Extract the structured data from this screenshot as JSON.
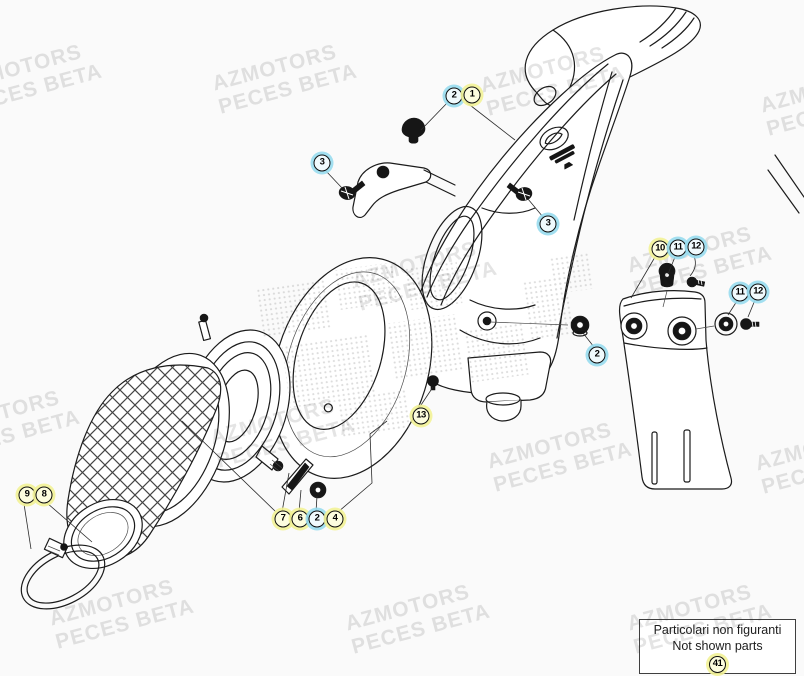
{
  "watermark": {
    "line1": "AZMOTORS",
    "line2": "PECES BETA"
  },
  "info_box": {
    "line1": "Particolari non figuranti",
    "line2": "Not shown parts",
    "badge": "41"
  },
  "colors": {
    "background": "#fafafa",
    "line_art": "#1b1b1b",
    "callout_highlight_yellow": "#f2f296",
    "callout_highlight_cyan": "#98dcee",
    "watermark_gray": "#e2e2e2"
  },
  "callouts": [
    {
      "label": "2",
      "highlight": "cyan"
    },
    {
      "label": "1",
      "highlight": "yellow"
    },
    {
      "label": "3",
      "highlight": "cyan"
    },
    {
      "label": "3",
      "highlight": "cyan"
    },
    {
      "label": "10",
      "highlight": "yellow"
    },
    {
      "label": "11",
      "highlight": "cyan"
    },
    {
      "label": "12",
      "highlight": "cyan"
    },
    {
      "label": "11",
      "highlight": "cyan"
    },
    {
      "label": "12",
      "highlight": "cyan"
    },
    {
      "label": "2",
      "highlight": "cyan"
    },
    {
      "label": "13",
      "highlight": "yellow"
    },
    {
      "label": "9",
      "highlight": "yellow"
    },
    {
      "label": "8",
      "highlight": "yellow"
    },
    {
      "label": "7",
      "highlight": "yellow"
    },
    {
      "label": "6",
      "highlight": "yellow"
    },
    {
      "label": "2",
      "highlight": "cyan"
    },
    {
      "label": "4",
      "highlight": "yellow"
    }
  ]
}
